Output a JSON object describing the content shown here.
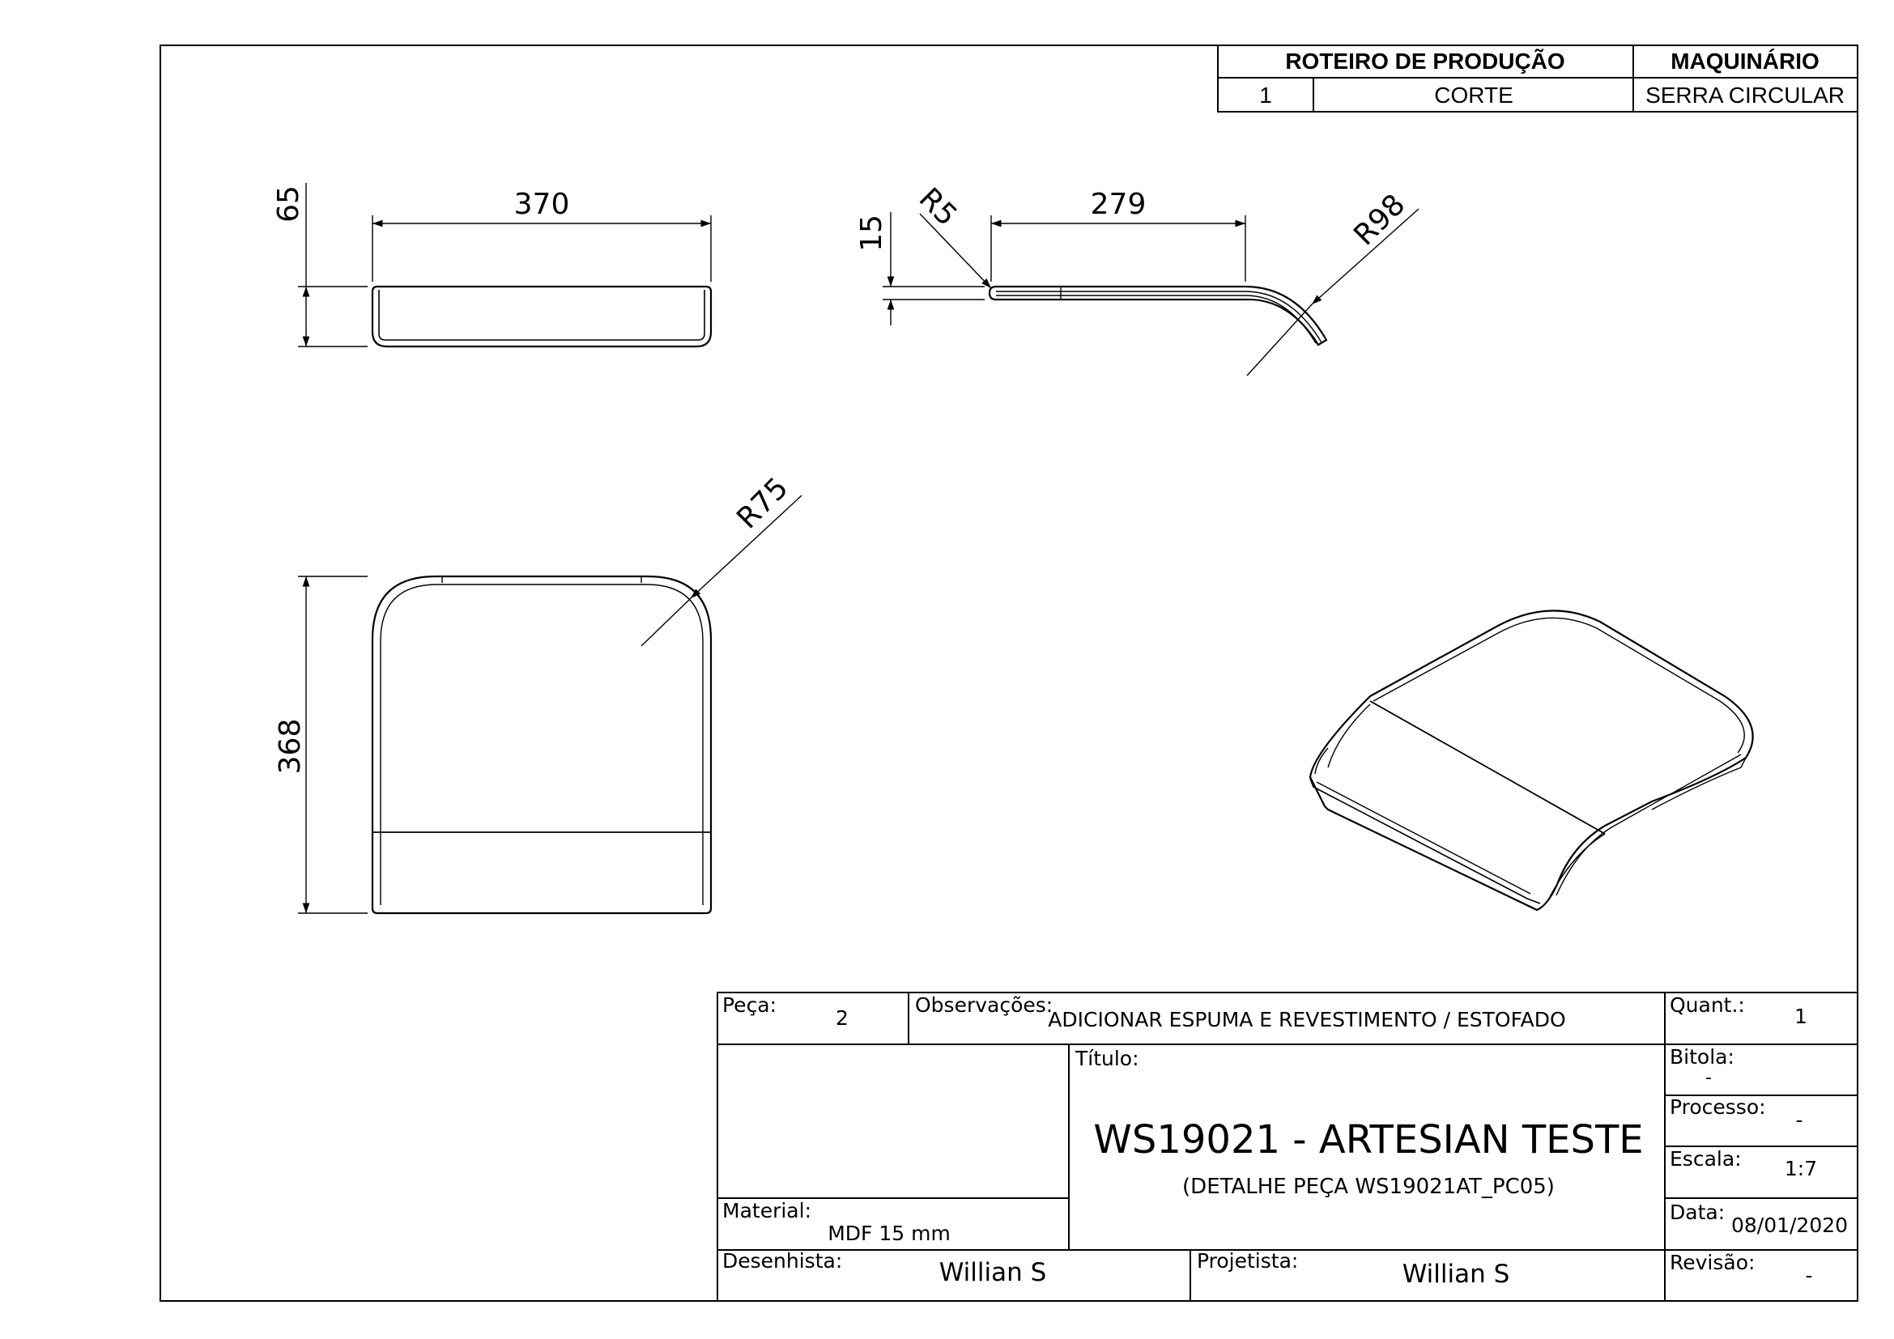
{
  "routing_table": {
    "header_process": "ROTEIRO DE PRODUÇÃO",
    "header_machine": "MAQUINÁRIO",
    "rows": [
      {
        "step": "1",
        "operation": "CORTE",
        "machine": "SERRA CIRCULAR"
      }
    ]
  },
  "dimensions": {
    "front_height": "65",
    "front_width": "370",
    "side_thickness": "15",
    "side_small_radius": "R5",
    "side_flat_length": "279",
    "side_bend_radius": "R98",
    "top_corner_radius": "R75",
    "top_length": "368"
  },
  "title_block": {
    "piece_label": "Peça:",
    "piece_value": "2",
    "notes_label": "Observações:",
    "notes_value": "ADICIONAR ESPUMA E REVESTIMENTO / ESTOFADO",
    "quantity_label": "Quant.:",
    "quantity_value": "1",
    "title_label": "Título:",
    "title_value": "WS19021 - ARTESIAN TESTE",
    "subtitle_value": "(DETALHE PEÇA WS19021AT_PC05)",
    "gauge_label": "Bitola:",
    "gauge_value": "-",
    "process_label": "Processo:",
    "process_value": "-",
    "scale_label": "Escala:",
    "scale_value": "1:7",
    "date_label": "Data:",
    "date_value": "08/01/2020",
    "material_label": "Material:",
    "material_value": "MDF 15 mm",
    "drafter_label": "Desenhista:",
    "drafter_value": "Willian S",
    "designer_label": "Projetista:",
    "designer_value": "Willian S",
    "revision_label": "Revisão:",
    "revision_value": "-"
  }
}
